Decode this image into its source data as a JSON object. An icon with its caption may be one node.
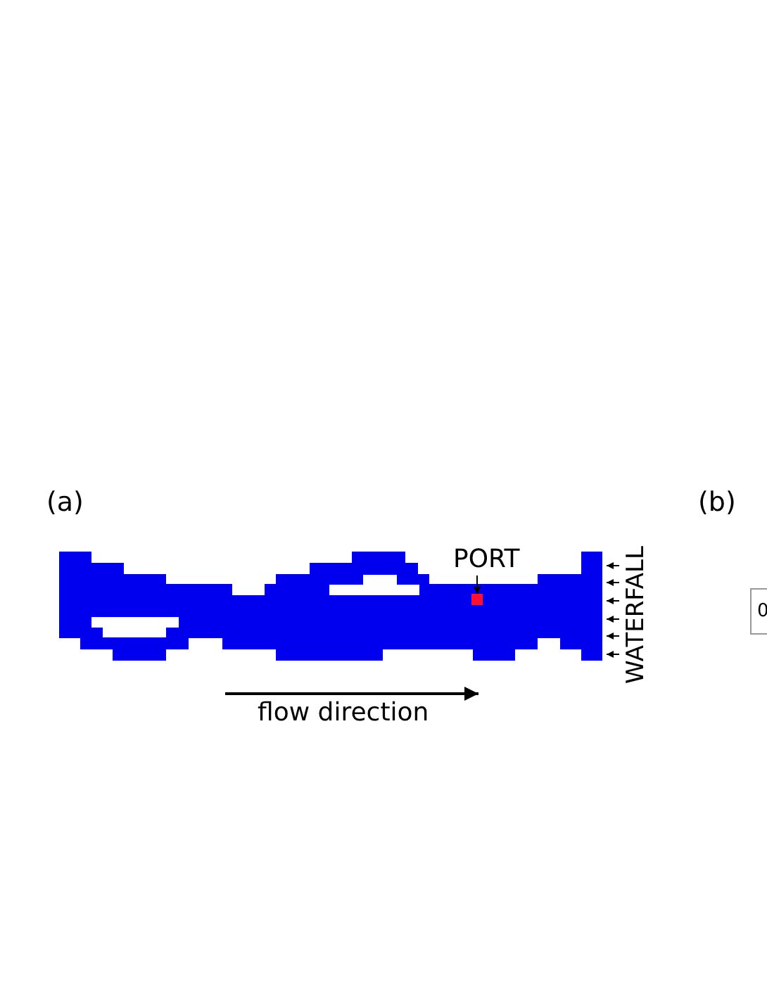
{
  "diagram": {
    "nodes": [
      {
        "text": [
          "PORT"
        ]
      },
      {
        "text": [],
        "shape": "box"
      }
    ],
    "edges": [
      {
        "from": 0,
        "to": 1,
        "arrow": "to"
      }
    ],
    "labels": [
      "(a)",
      "(b)",
      "WATERFALL",
      "flow direction",
      "0"
    ]
  }
}
